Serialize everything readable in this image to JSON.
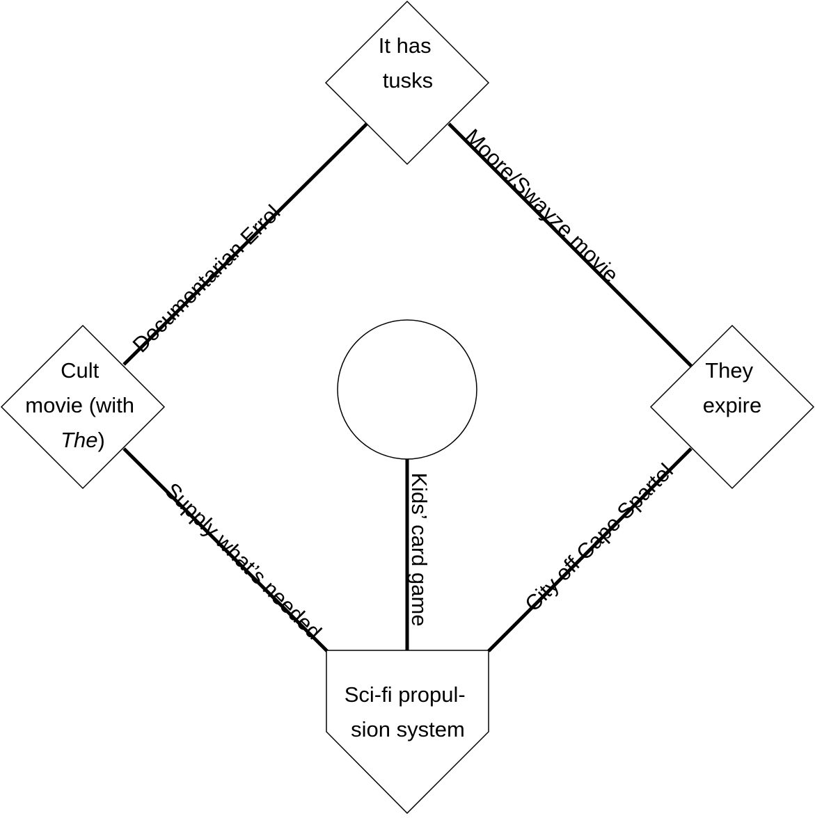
{
  "nodes": {
    "top": {
      "lines": [
        "It has",
        "tusks"
      ]
    },
    "left": {
      "line1": "Cult",
      "line2": "movie (with",
      "line3_italic": "The",
      "line3_rest": ")"
    },
    "right": {
      "lines": [
        "They",
        "expire"
      ]
    },
    "bottom": {
      "lines": [
        "Sci-fi propul-",
        "sion system"
      ]
    },
    "center": {
      "lines": []
    }
  },
  "edges": {
    "top_left": "Documentarian Errol",
    "top_right": "Moore/Swayze movie",
    "left_bottom": "Supply what’s needed",
    "right_bottom": "City off Cape Spartel",
    "center_bottom": "Kids’ card game"
  }
}
